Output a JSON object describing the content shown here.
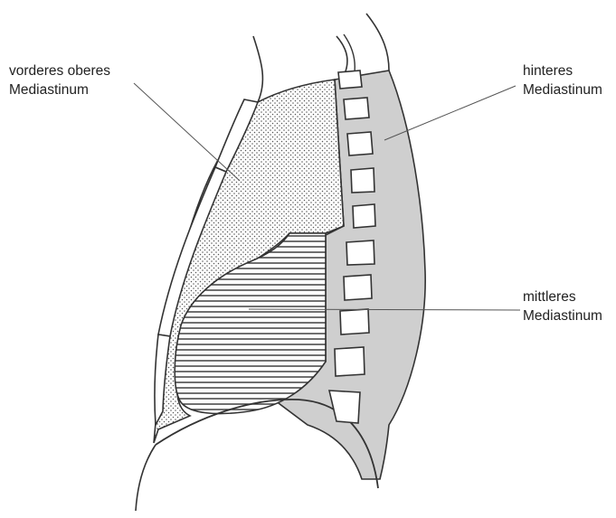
{
  "labels": {
    "anterior_superior": [
      "vorderes oberes",
      "Mediastinum"
    ],
    "posterior": [
      "hinteres",
      "Mediastinum"
    ],
    "middle": [
      "mittleres",
      "Mediastinum"
    ]
  },
  "colors": {
    "background": "#ffffff",
    "outline": "#333333",
    "posterior_fill": "#cfcfcf",
    "dot_pattern": "#555555",
    "hatch_lines": "#333333"
  },
  "regions": [
    "vertebral-column",
    "sternum",
    "anterior-superior-mediastinum",
    "middle-mediastinum",
    "posterior-mediastinum",
    "diaphragm"
  ]
}
